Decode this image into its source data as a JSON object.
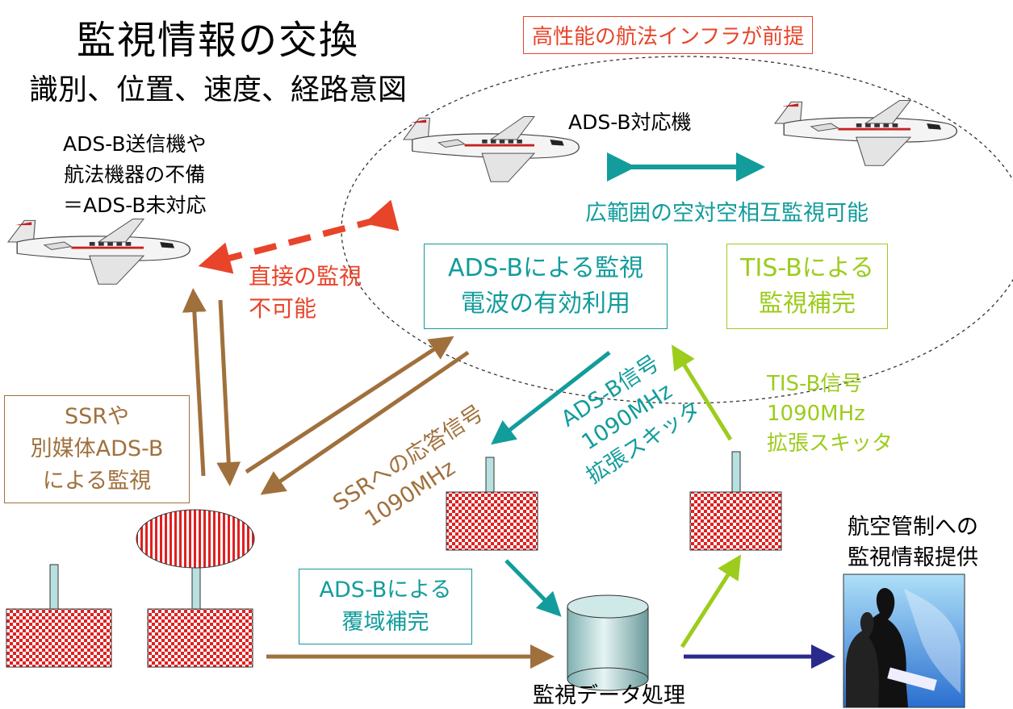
{
  "title": "監視情報の交換",
  "subtitle": "識別、位置、速度、経路意図",
  "premise": "高性能の航法インフラが前提",
  "non_equipped": {
    "line1": "ADS-B送信機や",
    "line2": "航法機器の不備",
    "line3": "＝ADS-B未対応"
  },
  "equipped_label": "ADS-B対応機",
  "air_to_air": "広範囲の空対空相互監視可能",
  "direct_impossible": {
    "line1": "直接の監視",
    "line2": "不可能"
  },
  "adsb_monitoring": {
    "line1": "ADS-Bによる監視",
    "line2": "電波の有効利用"
  },
  "tisb_complement": {
    "line1": "TIS-Bによる",
    "line2": "監視補完"
  },
  "ssr_monitoring": {
    "line1": "SSRや",
    "line2": "別媒体ADS-B",
    "line3": "による監視"
  },
  "ssr_reply": {
    "line1": "SSRへの応答信号",
    "line2": "1090MHz"
  },
  "adsb_signal": {
    "line1": "ADS-B信号",
    "line2": "1090MHz",
    "line3": "拡張スキッタ"
  },
  "tisb_signal": {
    "line1": "TIS-B信号",
    "line2": "1090MHz",
    "line3": "拡張スキッタ"
  },
  "coverage_complement": {
    "line1": "ADS-Bによる",
    "line2": "覆域補完"
  },
  "data_processing": "監視データ処理",
  "atc_provision": {
    "line1": "航空管制への",
    "line2": "監視情報提供"
  },
  "colors": {
    "teal": "#129c9c",
    "brown": "#a0703c",
    "lime": "#9ccc1c",
    "orange": "#e8442a",
    "navy": "#2a2a8c",
    "checker_red": "#e02020"
  }
}
